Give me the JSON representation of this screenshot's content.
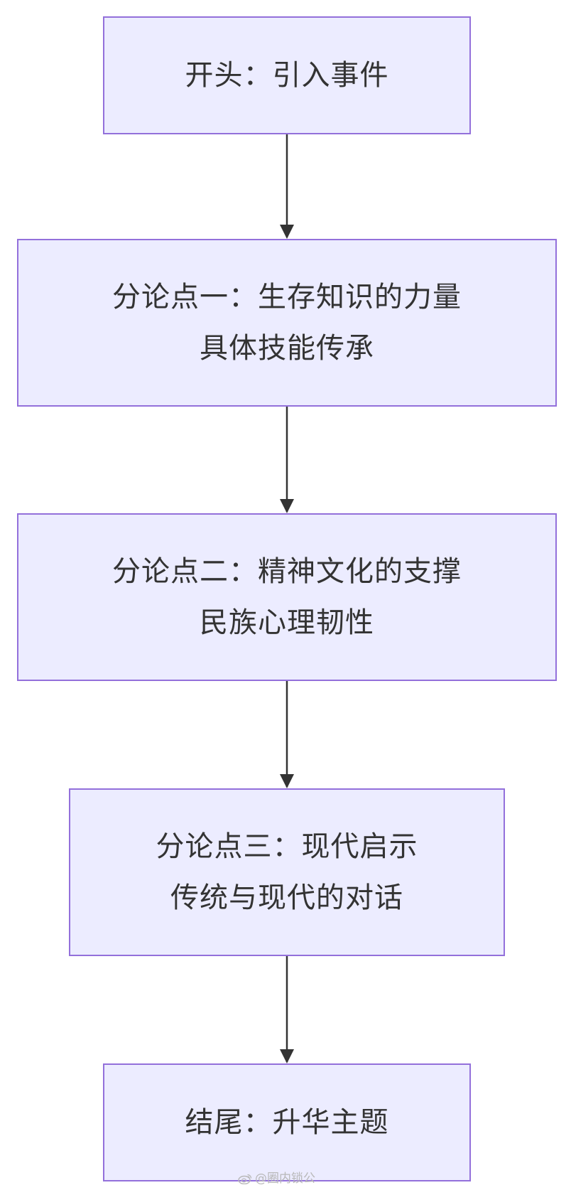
{
  "flowchart": {
    "nodes": [
      {
        "id": "n1",
        "lines": [
          "开头：引入事件"
        ]
      },
      {
        "id": "n2",
        "lines": [
          "分论点一：生存知识的力量",
          "具体技能传承"
        ]
      },
      {
        "id": "n3",
        "lines": [
          "分论点二：精神文化的支撑",
          "民族心理韧性"
        ]
      },
      {
        "id": "n4",
        "lines": [
          "分论点三：现代启示",
          "传统与现代的对话"
        ]
      },
      {
        "id": "n5",
        "lines": [
          "结尾：升华主题"
        ]
      }
    ],
    "edges": [
      {
        "from": "n1",
        "to": "n2"
      },
      {
        "from": "n2",
        "to": "n3"
      },
      {
        "from": "n3",
        "to": "n4"
      },
      {
        "from": "n4",
        "to": "n5"
      }
    ]
  },
  "watermark": {
    "text": "@圈内锁公",
    "icon": "weibo-logo-icon"
  },
  "colors": {
    "node_fill": "#ECECFF",
    "node_border": "#9370DB",
    "text": "#333333",
    "edge": "#333333"
  }
}
